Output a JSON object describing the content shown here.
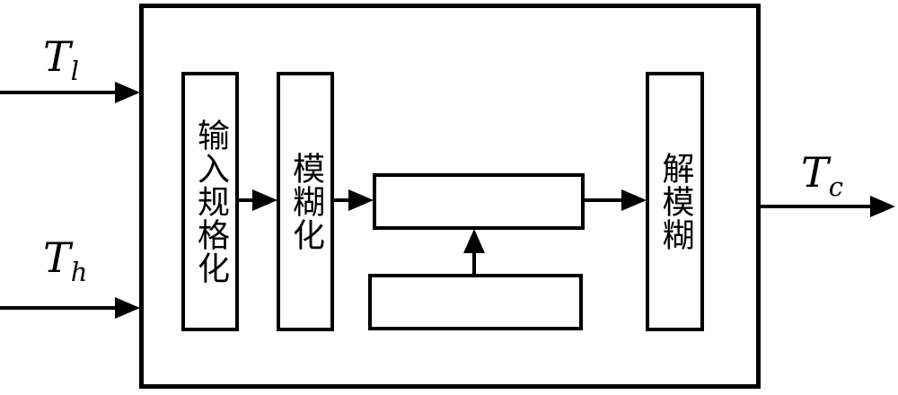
{
  "diagram_title": "fuzzy-temperature-controller-block-diagram",
  "labels": {
    "tl": {
      "base": "T",
      "sub": "l"
    },
    "th": {
      "base": "T",
      "sub": "h"
    },
    "tc": {
      "base": "T",
      "sub": "c"
    }
  },
  "blocks": {
    "normalization": "输入规格化",
    "fuzzification": "模糊化",
    "defuzzification": "解模糊",
    "center": "",
    "lower": ""
  },
  "colors": {
    "line": "#000000",
    "background": "#ffffff"
  }
}
